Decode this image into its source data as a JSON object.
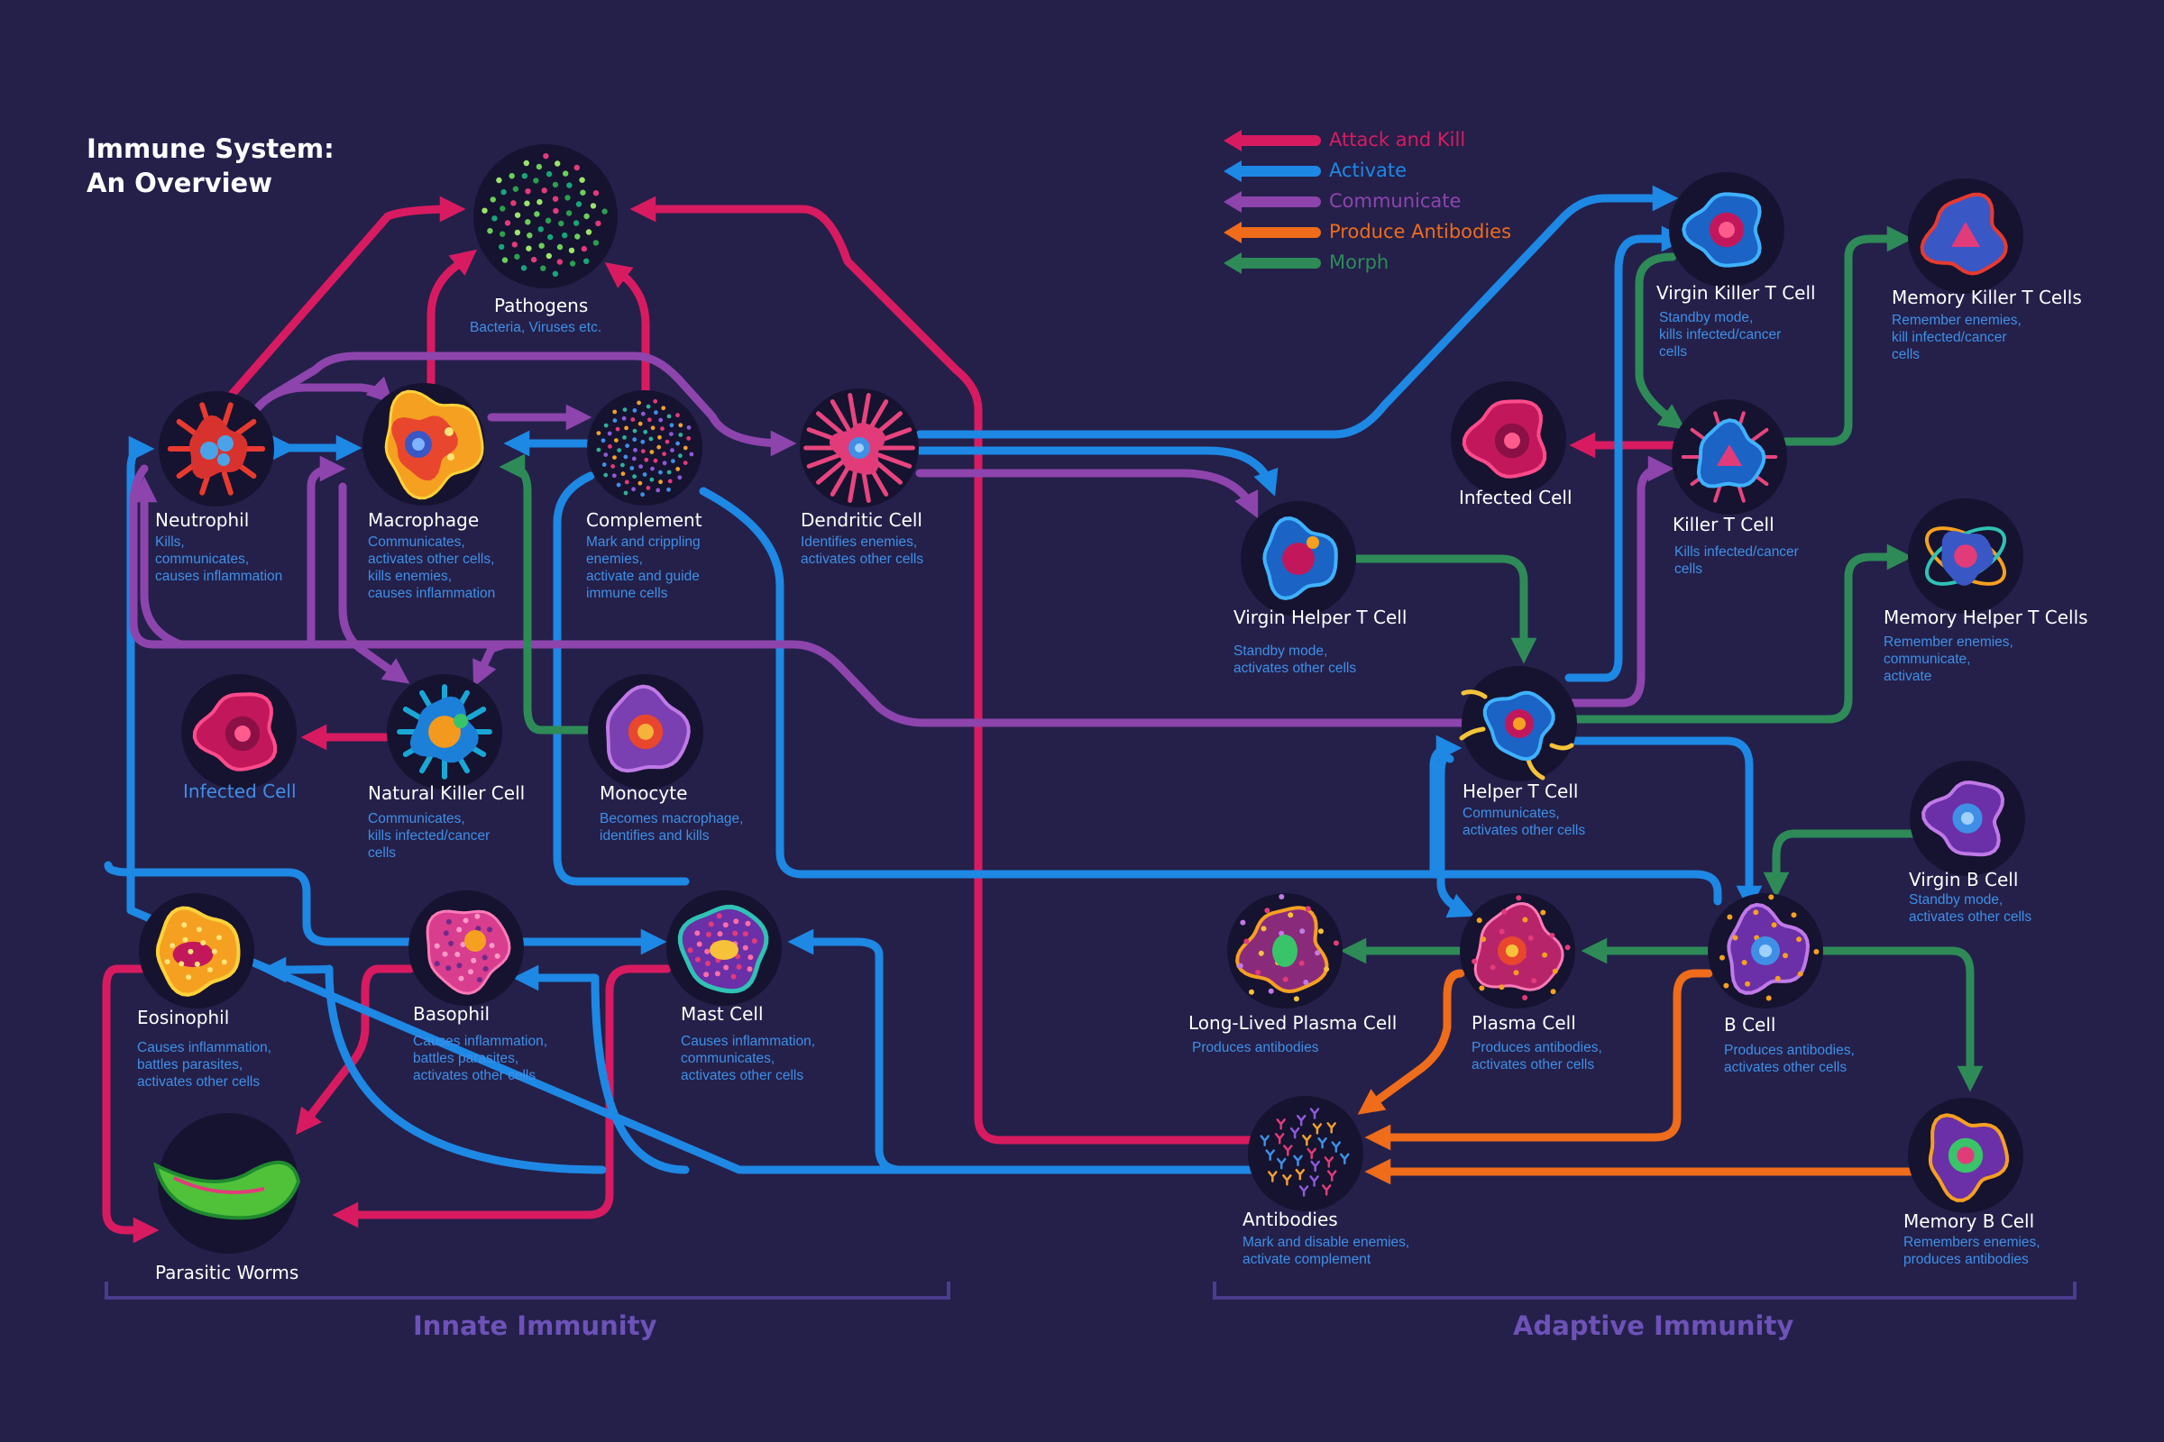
{
  "title": {
    "line1": "Immune System:",
    "line2": "An Overview"
  },
  "legend": [
    {
      "label": "Attack and Kill",
      "color": "#d81b60"
    },
    {
      "label": "Activate",
      "color": "#1e88e5"
    },
    {
      "label": "Communicate",
      "color": "#8e44ad"
    },
    {
      "label": "Produce Antibodies",
      "color": "#ef6c1a"
    },
    {
      "label": "Morph",
      "color": "#2e8b57"
    }
  ],
  "sections": {
    "innate": "Innate Immunity",
    "adaptive": "Adaptive Immunity"
  },
  "cells": {
    "pathogens": {
      "name": "Pathogens",
      "desc": "Bacteria, Viruses etc."
    },
    "neutrophil": {
      "name": "Neutrophil",
      "desc": "Kills,\ncommunicates,\ncauses inflammation"
    },
    "macrophage": {
      "name": "Macrophage",
      "desc": "Communicates,\nactivates other cells,\nkills enemies,\ncauses inflammation"
    },
    "complement": {
      "name": "Complement",
      "desc": "Mark and crippling\nenemies,\nactivate and guide\nimmune cells"
    },
    "dendritic": {
      "name": "Dendritic Cell",
      "desc": "Identifies enemies,\nactivates other cells"
    },
    "infected_left": {
      "name": "Infected Cell",
      "desc": ""
    },
    "natural_killer": {
      "name": "Natural Killer Cell",
      "desc": "Communicates,\nkills infected/cancer\ncells"
    },
    "monocyte": {
      "name": "Monocyte",
      "desc": "Becomes macrophage,\nidentifies and kills"
    },
    "eosinophil": {
      "name": "Eosinophil",
      "desc": "Causes inflammation,\nbattles parasites,\nactivates other cells"
    },
    "basophil": {
      "name": "Basophil",
      "desc": "Causes inflammation,\nbattles parasites,\nactivates other cells"
    },
    "mast": {
      "name": "Mast Cell",
      "desc": "Causes inflammation,\ncommunicates,\nactivates other cells"
    },
    "worms": {
      "name": "Parasitic Worms",
      "desc": ""
    },
    "virgin_killer_t": {
      "name": "Virgin Killer T Cell",
      "desc": "Standby mode,\nkills infected/cancer\ncells"
    },
    "memory_killer_t": {
      "name": "Memory Killer T Cells",
      "desc": "Remember enemies,\nkill infected/cancer\ncells"
    },
    "infected_right": {
      "name": "Infected Cell",
      "desc": ""
    },
    "killer_t": {
      "name": "Killer T Cell",
      "desc": "Kills infected/cancer\ncells"
    },
    "virgin_helper_t": {
      "name": "Virgin Helper T Cell",
      "desc": "Standby mode,\nactivates other cells"
    },
    "memory_helper_t": {
      "name": "Memory Helper T Cells",
      "desc": "Remember enemies,\ncommunicate,\nactivate"
    },
    "helper_t": {
      "name": "Helper T Cell",
      "desc": "Communicates,\nactivates other cells"
    },
    "virgin_b": {
      "name": "Virgin B Cell",
      "desc": "Standby mode,\nactivates other cells"
    },
    "long_plasma": {
      "name": "Long-Lived Plasma Cell",
      "desc": "Produces antibodies"
    },
    "plasma": {
      "name": "Plasma Cell",
      "desc": "Produces antibodies,\nactivates other cells"
    },
    "b_cell": {
      "name": "B Cell",
      "desc": "Produces antibodies,\nactivates other cells"
    },
    "antibodies": {
      "name": "Antibodies",
      "desc": "Mark and disable enemies,\nactivate complement"
    },
    "memory_b": {
      "name": "Memory B Cell",
      "desc": "Remembers enemies,\nproduces antibodies"
    }
  }
}
